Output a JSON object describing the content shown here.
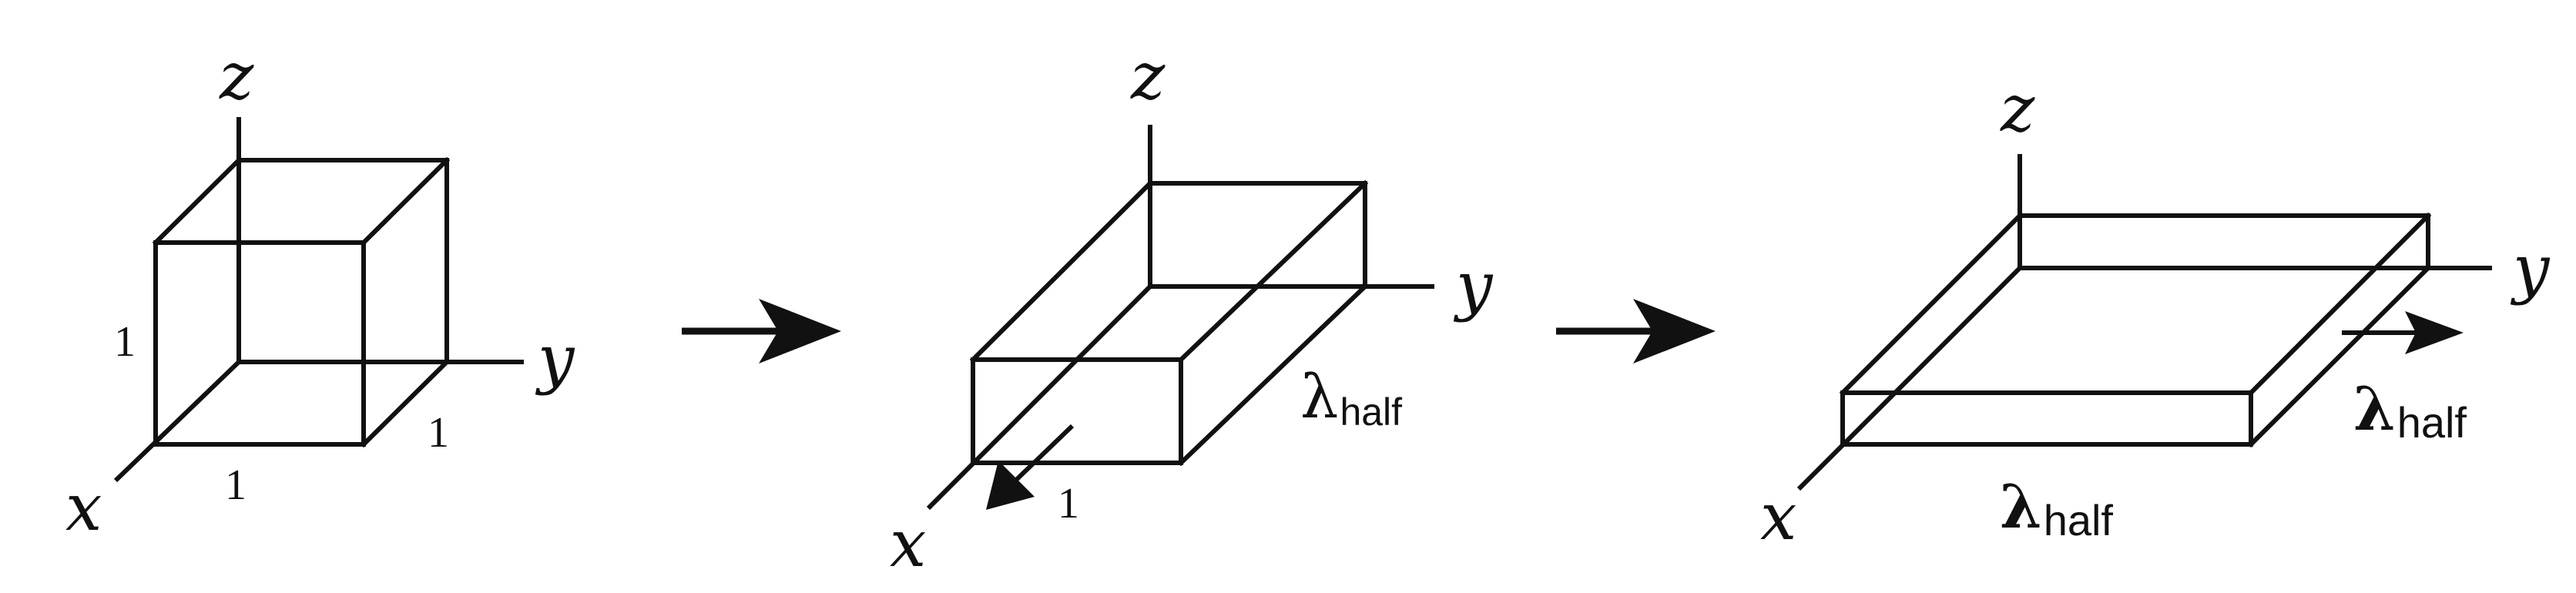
{
  "axes": {
    "x": "x",
    "y": "y",
    "z": "z"
  },
  "cube": {
    "edge_labels": [
      "1",
      "1",
      "1"
    ]
  },
  "slab": {
    "length_label": "1",
    "lambda": "λ",
    "subscript": "half"
  },
  "sheet": {
    "lambda": "λ",
    "subscript": "half"
  }
}
